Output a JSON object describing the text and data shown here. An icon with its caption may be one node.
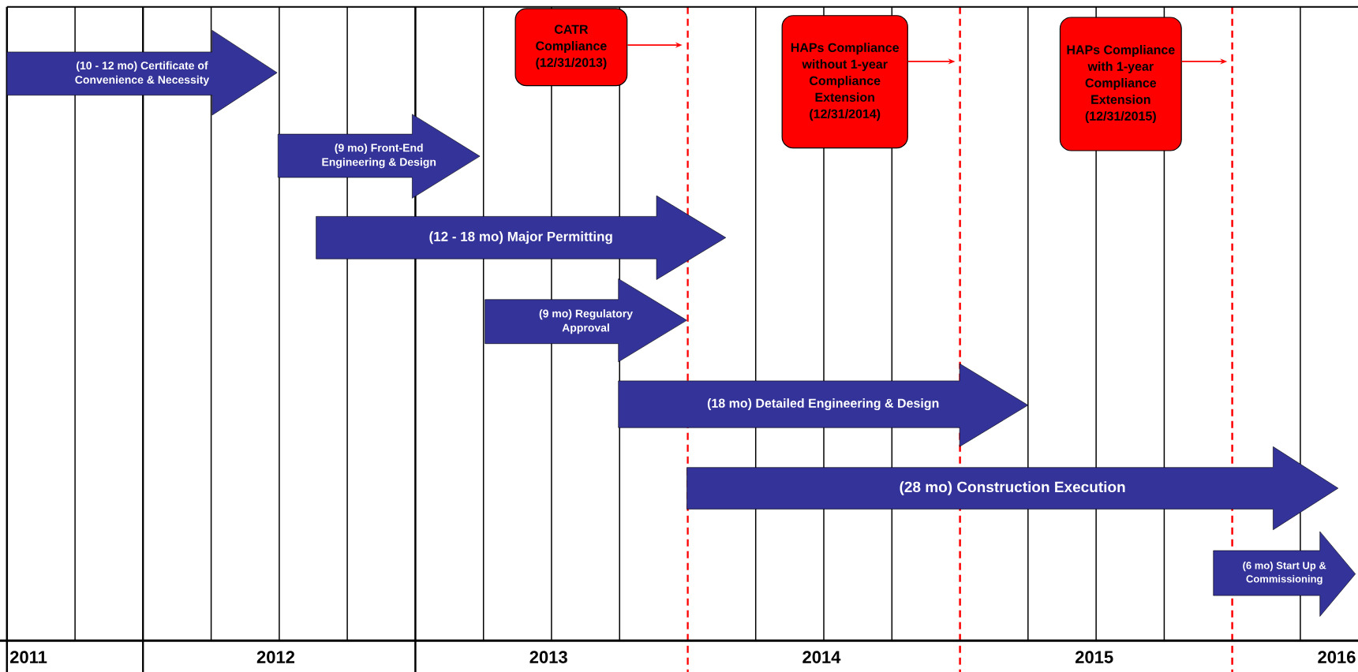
{
  "diagram": {
    "nodes": [
      {
        "text": [
          "(10 - 12 mo) Certificate of Convenience & Necessity"
        ]
      },
      {
        "text": [
          "(9 mo) Front-End Engineering & Design"
        ]
      },
      {
        "text": [
          "(12 - 18 mo) Major Permitting"
        ]
      },
      {
        "text": [
          "(9 mo) Regulatory Approval"
        ]
      },
      {
        "text": [
          "(18 mo) Detailed Engineering & Design"
        ]
      },
      {
        "text": [
          "(28 mo) Construction Execution"
        ]
      },
      {
        "text": [
          "(6 mo) Start Up & Commissioning"
        ]
      },
      {
        "text": [
          "CATR Compliance (12/31/2013)"
        ]
      },
      {
        "text": [
          "HAPs Compliance without 1-year Compliance Extension (12/31/2014)"
        ]
      },
      {
        "text": [
          "HAPs Compliance with 1-year Compliance Extension (12/31/2015)"
        ]
      }
    ],
    "edges": [
      {
        "from": 7,
        "to": null,
        "arrow": "to"
      },
      {
        "from": 8,
        "to": null,
        "arrow": "to"
      },
      {
        "from": 9,
        "to": null,
        "arrow": "to"
      }
    ],
    "labels": [
      "2011",
      "2012",
      "2013",
      "2014",
      "2015",
      "2016"
    ]
  }
}
